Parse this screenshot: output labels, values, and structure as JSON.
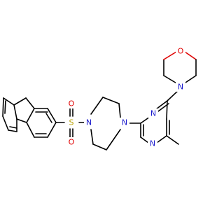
{
  "molecule": {
    "colors": {
      "bond": "#000000",
      "nitrogen": "#1a1acc",
      "oxygen": "#e00000",
      "sulfur": "#b8a000"
    },
    "atoms": {
      "morpholine_o": "O",
      "morpholine_n": "N",
      "pyrimidine_n1": "N",
      "pyrimidine_n3": "N",
      "piperazine_n1": "N",
      "piperazine_n4": "N",
      "sulfonyl_s": "S",
      "sulfonyl_o1": "O",
      "sulfonyl_o2": "O"
    }
  }
}
